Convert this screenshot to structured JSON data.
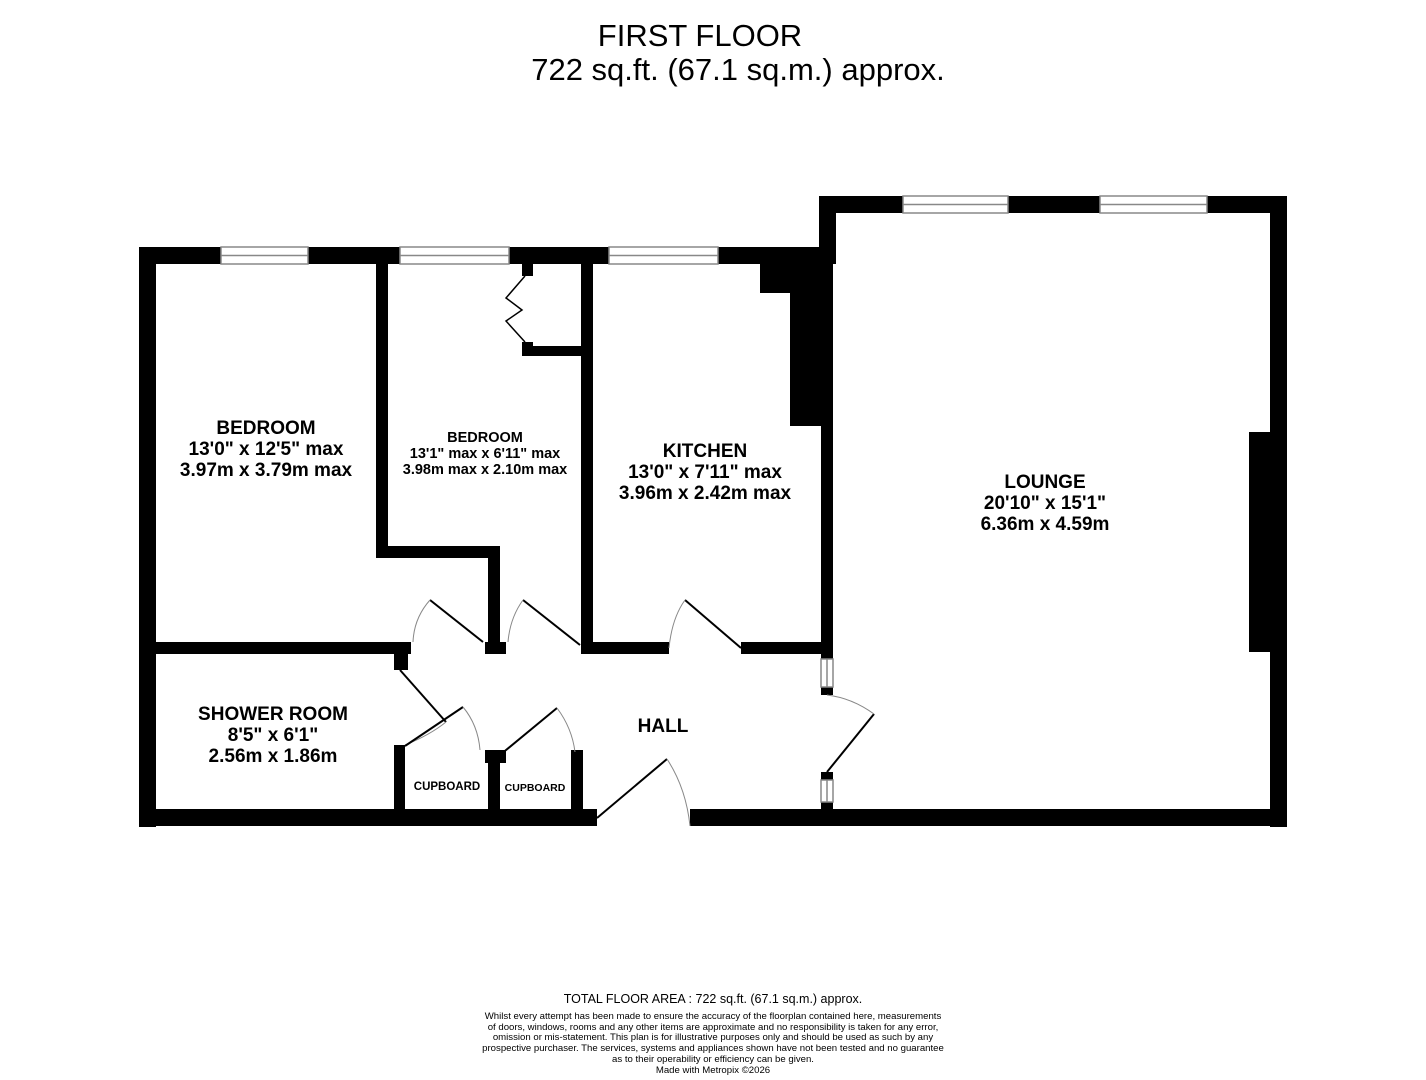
{
  "header": {
    "floor_name": "FIRST FLOOR",
    "floor_area": "722 sq.ft. (67.1 sq.m.) approx."
  },
  "rooms": [
    {
      "id": "bedroom-1",
      "name": "BEDROOM",
      "imperial": "13'0\"  x 12'5\" max",
      "metric": "3.97m  x 3.79m max"
    },
    {
      "id": "bedroom-2",
      "name": "BEDROOM",
      "imperial": "13'1\" max x 6'11\" max",
      "metric": "3.98m max x 2.10m max"
    },
    {
      "id": "kitchen",
      "name": "KITCHEN",
      "imperial": "13'0\"  x 7'11\" max",
      "metric": "3.96m  x 2.42m max"
    },
    {
      "id": "lounge",
      "name": "LOUNGE",
      "imperial": "20'10\"  x 15'1\"",
      "metric": "6.36m  x 4.59m"
    },
    {
      "id": "shower-room",
      "name": "SHOWER ROOM",
      "imperial": "8'5\"  x 6'1\"",
      "metric": "2.56m  x 1.86m"
    },
    {
      "id": "hall",
      "name": "HALL"
    },
    {
      "id": "cupboard-1",
      "name": "CUPBOARD"
    },
    {
      "id": "cupboard-2",
      "name": "CUPBOARD"
    }
  ],
  "footer": {
    "total_area": "TOTAL FLOOR AREA : 722 sq.ft. (67.1 sq.m.) approx.",
    "disclaimer_lines": [
      "Whilst every attempt has been made to ensure the accuracy of the floorplan contained here, measurements",
      "of doors, windows, rooms and any other items are approximate and no responsibility is taken for any error,",
      "omission or mis-statement. This plan is for illustrative purposes only and should be used as such by any",
      "prospective purchaser. The services, systems and appliances shown have not been tested and no guarantee",
      "as to their operability or efficiency can be given."
    ],
    "credit": "Made with Metropix ©2026"
  },
  "colors": {
    "wall": "#000000",
    "window_line": "#888888",
    "door_arc": "#888888",
    "background": "#ffffff"
  }
}
